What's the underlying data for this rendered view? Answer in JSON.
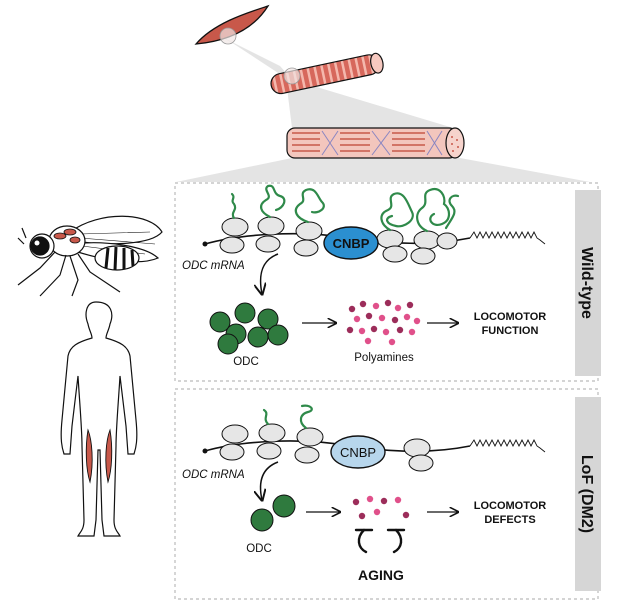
{
  "panels": {
    "wild_type": {
      "side_label": "Wild-type",
      "mrna_label": "ODC mRNA",
      "protein_label": "CNBP",
      "enzyme_label": "ODC",
      "metabolite_label": "Polyamines",
      "outcome_line1": "LOCOMOTOR",
      "outcome_line2": "FUNCTION"
    },
    "lof": {
      "side_label": "LoF (DM2)",
      "mrna_label": "ODC mRNA",
      "protein_label": "CNBP",
      "enzyme_label": "ODC",
      "inhibitor_label": "AGING",
      "outcome_line1": "LOCOMOTOR",
      "outcome_line2": "DEFECTS"
    }
  },
  "colors": {
    "muscle": "#c8584a",
    "muscle_light": "#e7a79b",
    "cnbp_active": "#2b8fd0",
    "cnbp_inactive": "#b7d6ec",
    "odc": "#2f7a3e",
    "polyamine_dark": "#9c2d5a",
    "polyamine_light": "#e0508a",
    "panel_tab": "#d6d6d6",
    "ribosome": "#e6e6e6",
    "peptide": "#2f8a4a"
  }
}
